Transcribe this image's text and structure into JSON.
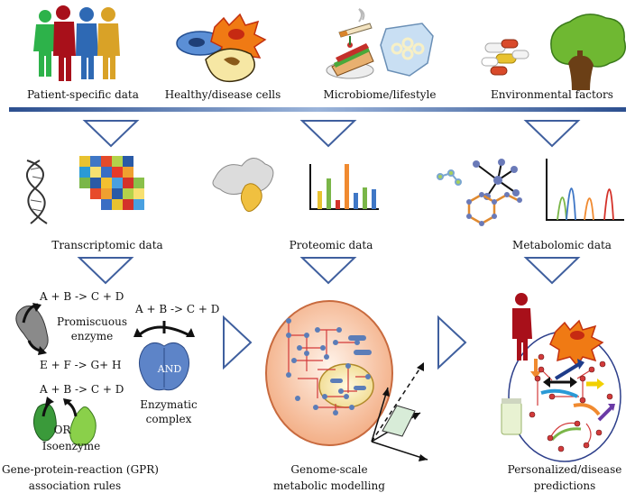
{
  "top_row": {
    "patient_label": "Patient-specific data",
    "cells_label": "Healthy/disease cells",
    "microbiome_label": "Microbiome/lifestyle",
    "environment_label": "Environmental factors"
  },
  "omics_row": {
    "transcriptomic_label": "Transcriptomic data",
    "proteomic_label": "Proteomic data",
    "metabolomic_label": "Metabolomic data"
  },
  "gpr": {
    "reaction_1": "A + B -> C + D",
    "promiscuous_label_line1": "Promiscuous",
    "promiscuous_label_line2": "enzyme",
    "reaction_2": "E + F -> G+ H",
    "reaction_3": "A + B -> C + D",
    "or_label": "OR",
    "isoenzyme_label": "Isoenzyme",
    "complex_reaction": "A + B -> C + D",
    "and_label": "AND",
    "complex_label_line1": "Enzymatic",
    "complex_label_line2": "complex",
    "section_label_line1": "Gene-protein-reaction (GPR)",
    "section_label_line2": "association rules"
  },
  "modelling": {
    "label_line1": "Genome-scale",
    "label_line2": "metabolic modelling"
  },
  "predictions": {
    "label_line1": "Personalized/disease",
    "label_line2": "predictions"
  },
  "colors": {
    "arrow_stroke": "#3f5f9e",
    "divider": "#5b7db8",
    "cell_fill": "#f7c9a8",
    "cell_stroke": "#c86a3e"
  }
}
